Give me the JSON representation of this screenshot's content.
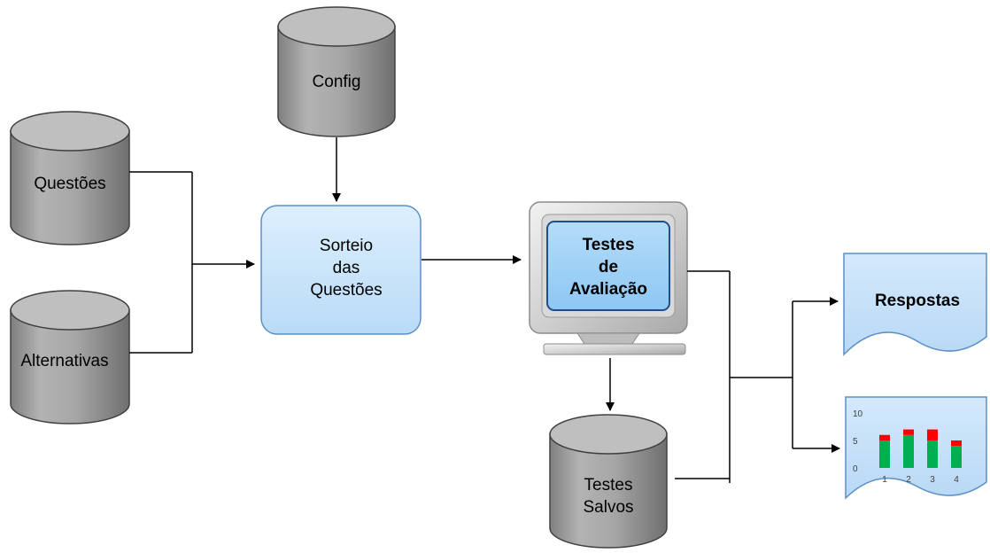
{
  "databases": {
    "config": "Config",
    "questoes": "Questões",
    "alternativas": "Alternativas",
    "testes_salvos": [
      "Testes",
      "Salvos"
    ]
  },
  "process": {
    "sorteio": [
      "Sorteio",
      "das",
      "Questões"
    ]
  },
  "monitor": {
    "testes_avaliacao": [
      "Testes",
      "de",
      "Avaliação"
    ]
  },
  "documents": {
    "respostas": "Respostas"
  },
  "chart_data": {
    "type": "bar",
    "stacked": true,
    "categories": [
      "1",
      "2",
      "3",
      "4"
    ],
    "y_ticks": [
      "0",
      "5",
      "10"
    ],
    "ylim": [
      0,
      10
    ],
    "series": [
      {
        "color": "#00b050",
        "values": [
          5,
          6,
          5,
          4
        ]
      },
      {
        "color": "#ff0000",
        "values": [
          1,
          1,
          2,
          1
        ]
      }
    ]
  },
  "colors": {
    "cylinder": "#a6a6a6",
    "process_fill": "#c9e3f9",
    "screen_fill": "#9fd2f7",
    "document_fill": "#c6e2f9",
    "line": "#000000"
  }
}
